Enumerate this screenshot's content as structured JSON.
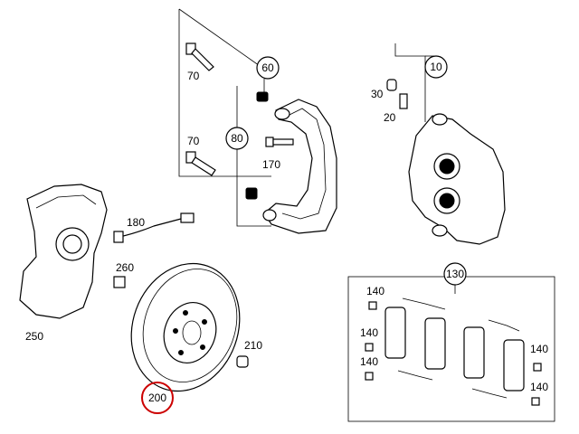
{
  "colors": {
    "line": "#000000",
    "background": "#ffffff",
    "highlight_ring": "#cc0000"
  },
  "callouts": {
    "c60": "60",
    "c80": "80",
    "c10": "10",
    "c130": "130"
  },
  "labels": {
    "l70_top": "70",
    "l70_bottom": "70",
    "l170": "170",
    "l30": "30",
    "l20": "20",
    "l180": "180",
    "l260": "260",
    "l250": "250",
    "l210": "210",
    "l200": "200",
    "l140_a": "140",
    "l140_b": "140",
    "l140_c": "140",
    "l140_d": "140",
    "l140_e": "140"
  }
}
